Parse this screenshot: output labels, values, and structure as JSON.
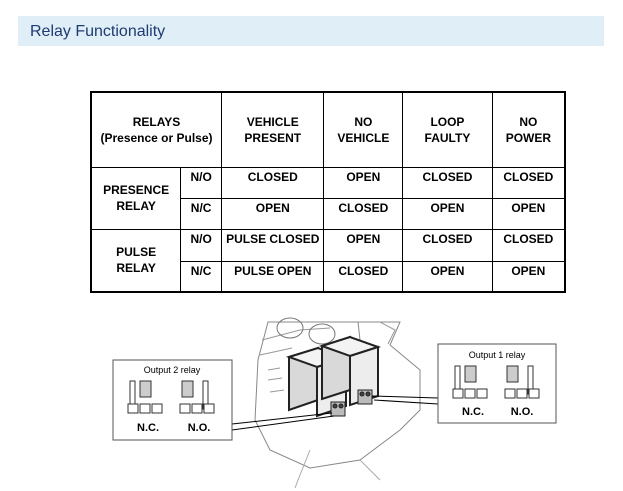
{
  "section": {
    "title": "Relay Functionality"
  },
  "table": {
    "header": {
      "relays_line1": "RELAYS",
      "relays_line2": "(Presence or Pulse)",
      "col1_line1": "VEHICLE",
      "col1_line2": "PRESENT",
      "col2_line1": "NO",
      "col2_line2": "VEHICLE",
      "col3_line1": "LOOP",
      "col3_line2": "FAULTY",
      "col4_line1": "NO",
      "col4_line2": "POWER"
    },
    "groups": [
      {
        "name_line1": "PRESENCE",
        "name_line2": "RELAY",
        "rows": [
          {
            "contact": "N/O",
            "cells": [
              "CLOSED",
              "OPEN",
              "CLOSED",
              "CLOSED"
            ]
          },
          {
            "contact": "N/C",
            "cells": [
              "OPEN",
              "CLOSED",
              "OPEN",
              "OPEN"
            ]
          }
        ]
      },
      {
        "name_line1": "PULSE",
        "name_line2": "RELAY",
        "rows": [
          {
            "contact": "N/O",
            "cells": [
              "PULSE CLOSED",
              "OPEN",
              "CLOSED",
              "CLOSED"
            ]
          },
          {
            "contact": "N/C",
            "cells": [
              "PULSE OPEN",
              "CLOSED",
              "OPEN",
              "OPEN"
            ]
          }
        ]
      }
    ]
  },
  "diagram": {
    "output2": {
      "title": "Output 2 relay",
      "nc_label": "N.C.",
      "no_label": "N.O."
    },
    "output1": {
      "title": "Output 1 relay",
      "nc_label": "N.C.",
      "no_label": "N.O."
    }
  }
}
